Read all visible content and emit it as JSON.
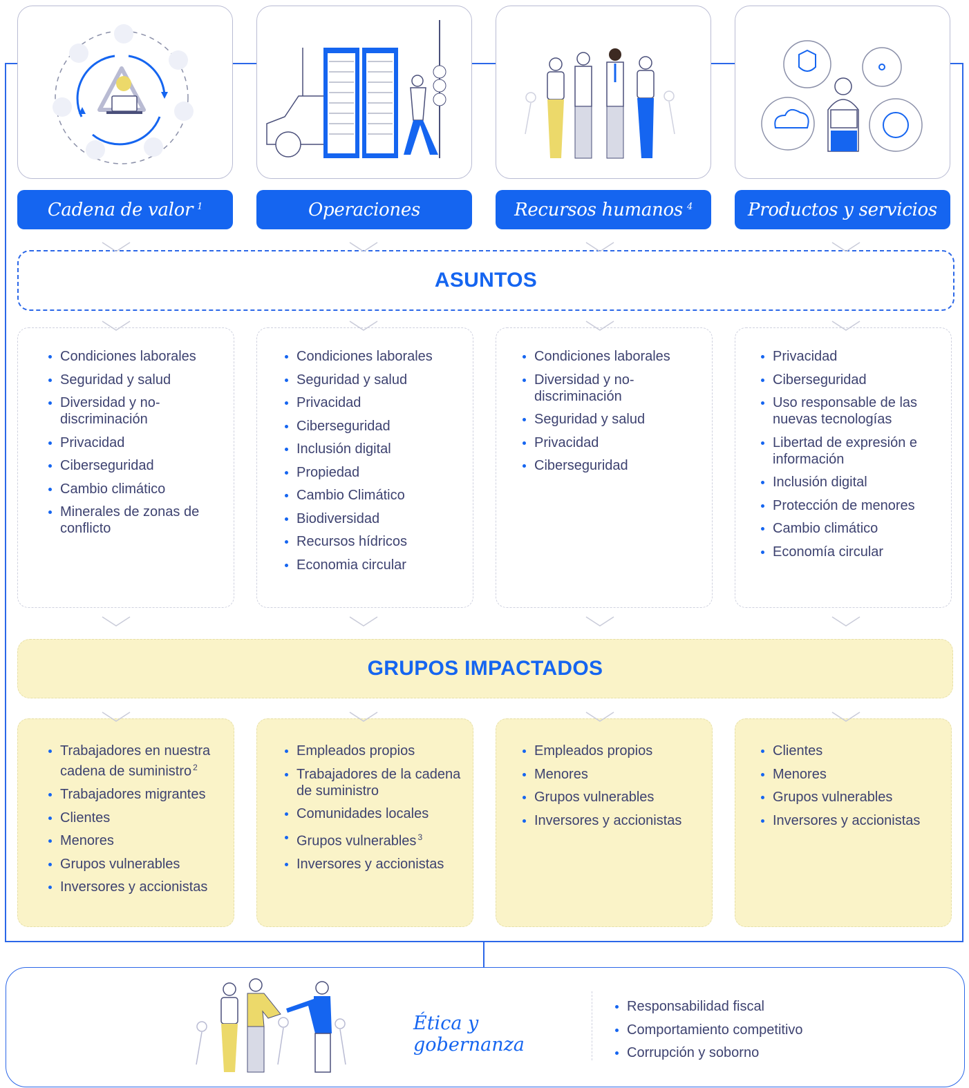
{
  "categories": [
    {
      "label": "Cadena de valor",
      "note": "1"
    },
    {
      "label": "Operaciones",
      "note": ""
    },
    {
      "label": "Recursos humanos",
      "note": "4"
    },
    {
      "label": "Productos y servicios",
      "note": ""
    }
  ],
  "asuntos": {
    "title": "ASUNTOS",
    "columns": [
      [
        "Condiciones laborales",
        "Seguridad y salud",
        "Diversidad y no-discriminación",
        "Privacidad",
        "Ciberseguridad",
        "Cambio climático",
        "Minerales de zonas de conflicto"
      ],
      [
        "Condiciones laborales",
        "Seguridad y salud",
        "Privacidad",
        "Ciberseguridad",
        "Inclusión digital",
        "Propiedad",
        "Cambio Climático",
        "Biodiversidad",
        "Recursos hídricos",
        "Economia circular"
      ],
      [
        "Condiciones laborales",
        "Diversidad y no-discriminación",
        "Seguridad y salud",
        "Privacidad",
        "Ciberseguridad"
      ],
      [
        "Privacidad",
        "Ciberseguridad",
        "Uso responsable de las nuevas tecnologías",
        "Libertad de expresión e información",
        "Inclusión digital",
        "Protección de menores",
        "Cambio climático",
        "Economía circular"
      ]
    ]
  },
  "grupos": {
    "title": "GRUPOS IMPACTADOS",
    "col1": {
      "first": "Trabajadores en nuestra cadena de suministro",
      "first_note": "2",
      "rest": [
        "Trabajadores migrantes",
        "Clientes",
        "Menores",
        "Grupos vulnerables",
        "Inversores y accionistas"
      ]
    },
    "col2": {
      "items_a": [
        "Empleados propios",
        "Trabajadores de la cadena de suministro",
        "Comunidades locales"
      ],
      "noted": "Grupos vulnerables",
      "noted_note": "3",
      "items_b": [
        "Inversores y accionistas"
      ]
    },
    "col3": [
      "Empleados propios",
      "Menores",
      "Grupos vulnerables",
      "Inversores y accionistas"
    ],
    "col4": [
      "Clientes",
      "Menores",
      "Grupos vulnerables",
      "Inversores y accionistas"
    ]
  },
  "etica": {
    "title": "Ética y gobernanza",
    "items": [
      "Responsabilidad fiscal",
      "Comportamiento competitivo",
      "Corrupción y soborno"
    ]
  },
  "colors": {
    "blue": "#1565f0",
    "yellow": "#faf3c8",
    "figure_yellow": "#ecd96a"
  }
}
